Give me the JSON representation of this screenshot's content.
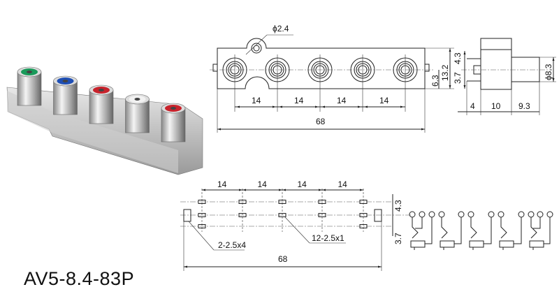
{
  "model": "AV5-8.4-83P",
  "product_photo": {
    "insert_colors": [
      "#1a9a5a",
      "#1f4fb5",
      "#c8232c",
      "#f2f2f2",
      "#c8232c"
    ]
  },
  "front_view": {
    "hole_dia": "ϕ2.4",
    "pitch": [
      "14",
      "14",
      "14",
      "14"
    ],
    "length": "68",
    "height_low": "6.3",
    "height": "13.2"
  },
  "side_view": {
    "pin_upper": "4.3",
    "pin_lower": "3.7",
    "dia": "ϕ8.3",
    "widths": [
      "4",
      "10",
      "9.3"
    ]
  },
  "footprint": {
    "pitch": [
      "14",
      "14",
      "14",
      "14"
    ],
    "length": "68",
    "large_pads": "2-2.5x4",
    "small_pads": "12-2.5x1",
    "row_upper": "4.3",
    "row_lower": "3.7"
  }
}
